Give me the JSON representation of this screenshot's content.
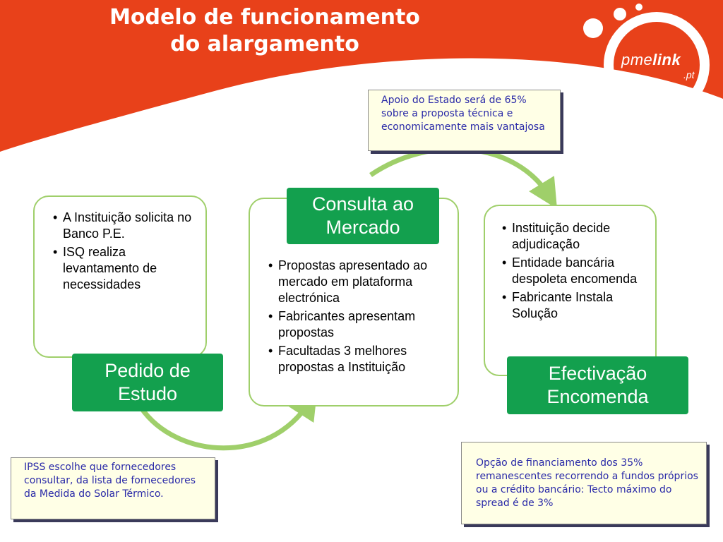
{
  "title": {
    "line1": "Modelo de funcionamento",
    "line2": "do alargamento"
  },
  "logo": {
    "pme": "pme",
    "link": "link",
    "tld": ".pt"
  },
  "colors": {
    "header_orange": "#e8411a",
    "stage_green": "#13a04e",
    "arrow_green": "#9fcf6a",
    "note_text": "#2a2aa8"
  },
  "stages": {
    "pedido": {
      "label": "Pedido de Estudo",
      "items": [
        "A Instituição solicita no Banco P.E.",
        "ISQ realiza levantamento de necessidades"
      ]
    },
    "consulta": {
      "label": "Consulta ao Mercado",
      "items": [
        "Propostas apresentado ao mercado em plataforma electrónica",
        "Fabricantes apresentam propostas",
        "Facultadas 3 melhores propostas a Instituição"
      ]
    },
    "efectivacao": {
      "label": "Efectivação Encomenda",
      "items": [
        "Instituição decide adjudicação",
        "Entidade bancária despoleta encomenda",
        "Fabricante Instala Solução"
      ]
    }
  },
  "notes": {
    "apoio": "Apoio do Estado será de 65% sobre a proposta técnica e economicamente mais vantajosa",
    "ipss": "IPSS escolhe que fornecedores consultar, da lista de fornecedores da Medida do Solar Térmico.",
    "financiamento": "Opção de financiamento dos 35% remanescentes recorrendo a fundos próprios ou a crédito bancário: Tecto máximo do spread é de 3%"
  }
}
